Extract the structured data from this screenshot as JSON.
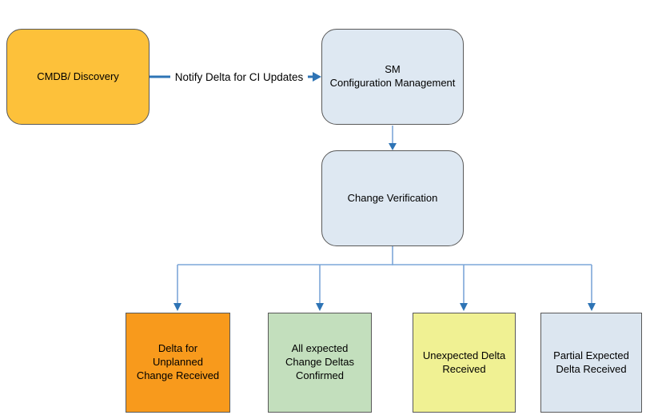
{
  "diagram": {
    "nodes": {
      "cmdb": {
        "label": "CMDB/ Discovery",
        "fill": "#fdc13a"
      },
      "sm_config_mgmt": {
        "label": "SM\nConfiguration Management",
        "fill": "#dee8f2"
      },
      "change_verification": {
        "label": "Change Verification",
        "fill": "#dee8f2"
      },
      "delta_unplanned": {
        "label": "Delta for\nUnplanned\nChange Received",
        "fill": "#f89a1c"
      },
      "all_expected_confirmed": {
        "label": "All expected\nChange Deltas\nConfirmed",
        "fill": "#c3dfbd"
      },
      "unexpected_delta": {
        "label": "Unexpected Delta\nReceived",
        "fill": "#f0f193"
      },
      "partial_expected": {
        "label": "Partial Expected\nDelta Received",
        "fill": "#dce6f0"
      }
    },
    "edges": {
      "cmdb_to_sm": {
        "label": "Notify Delta for CI Updates"
      }
    },
    "colors": {
      "connector_line": "#7da7d9",
      "arrow": "#2e74b5",
      "node_border": "#595959",
      "text": "#000000",
      "background": "#ffffff"
    }
  }
}
